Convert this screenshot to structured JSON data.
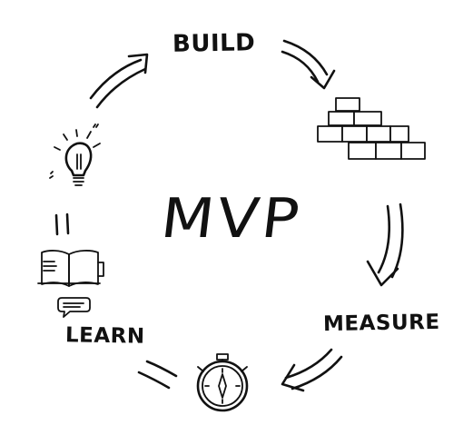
{
  "diagram": {
    "center_label": "MVP",
    "stages": {
      "build": "BUILD",
      "measure": "MEASURE",
      "learn": "LEARN"
    },
    "icons": [
      "bricks-icon",
      "stopwatch-icon",
      "book-icon",
      "speech-bubble-icon",
      "lightbulb-icon"
    ],
    "colors": {
      "ink": "#111111",
      "background": "#ffffff"
    }
  }
}
